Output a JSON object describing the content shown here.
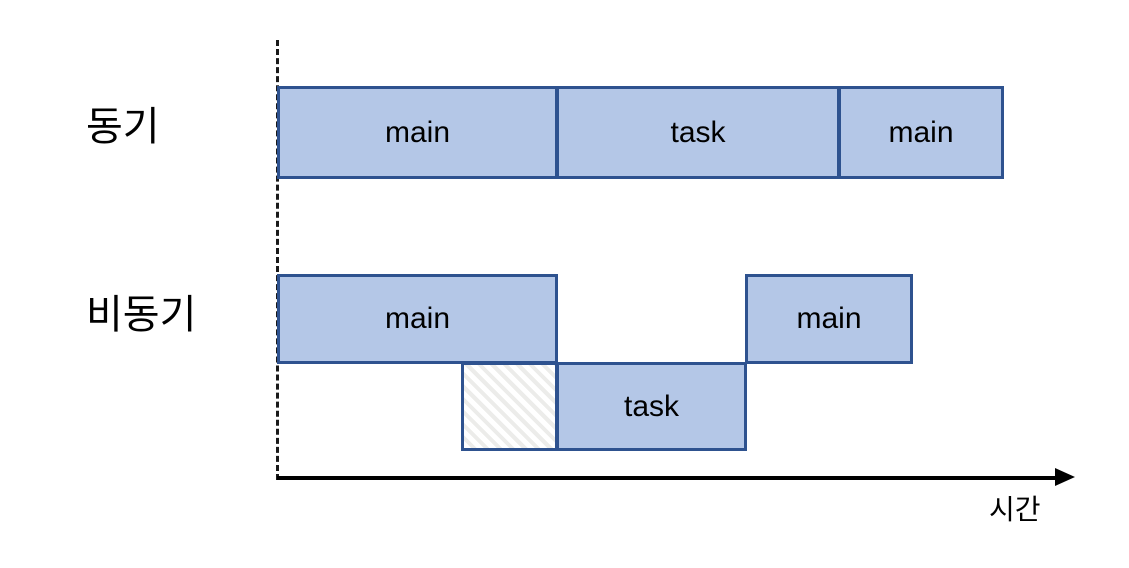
{
  "diagram": {
    "title_labels": {
      "sync": "동기",
      "async": "비동기"
    },
    "axis": {
      "label": "시간",
      "arrow_icon": "arrow-right-icon",
      "origin_marker": "dashed-origin-line"
    },
    "colors": {
      "block_fill": "#b4c7e7",
      "block_border": "#2e528f",
      "hatch_fill": "#fbfbfa",
      "hatch_stripe": "#ececea",
      "axis": "#000000",
      "text": "#000000",
      "background": "#ffffff"
    },
    "rows": [
      {
        "name": "sync",
        "label": "동기",
        "blocks": [
          {
            "id": "sync-main-1",
            "text": "main",
            "style": "filled"
          },
          {
            "id": "sync-task",
            "text": "task",
            "style": "filled"
          },
          {
            "id": "sync-main-2",
            "text": "main",
            "style": "filled"
          }
        ]
      },
      {
        "name": "async",
        "label": "비동기",
        "blocks": [
          {
            "id": "async-main-1",
            "text": "main",
            "style": "filled"
          },
          {
            "id": "async-main-2",
            "text": "main",
            "style": "filled"
          },
          {
            "id": "async-wait",
            "text": "",
            "style": "hatched"
          },
          {
            "id": "async-task",
            "text": "task",
            "style": "filled"
          }
        ]
      }
    ]
  }
}
